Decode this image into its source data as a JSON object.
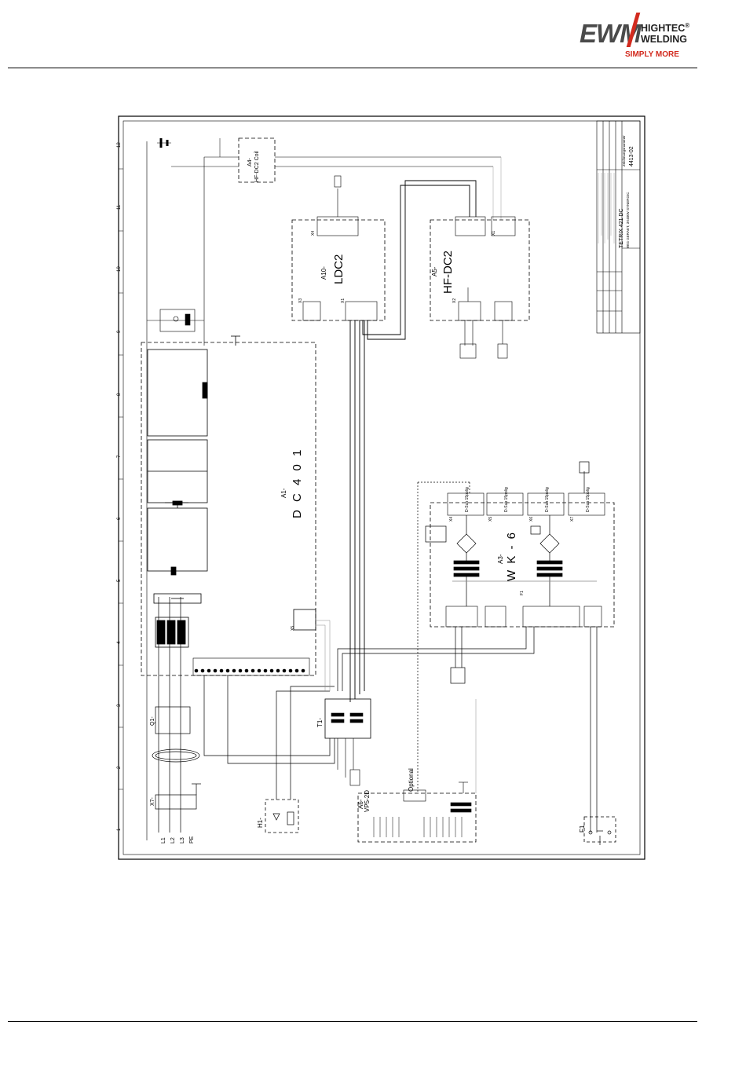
{
  "logo": {
    "brand": "EWM",
    "line1": "HIGHTEC",
    "line2": "WELDING",
    "reg": "®",
    "tagline": "SIMPLY MORE"
  },
  "schematic": {
    "zones": [
      "1",
      "2",
      "3",
      "4",
      "5",
      "6",
      "7",
      "8",
      "9",
      "10",
      "11",
      "12"
    ],
    "a1_ref": "A1-",
    "a1_name": "D C 4 0 1",
    "a10_ref": "A10-",
    "a10_name": "LDC2",
    "a5_ref": "A5-",
    "a5_name": "HF-DC2",
    "a4_ref": "A4-",
    "a4_name": "HF-DC2 Coil",
    "a3_ref": "A3-",
    "a3_name": "W K - 6",
    "a6_ref": "A6-",
    "a6_name": "VP5-2D",
    "q1": "Q1-",
    "x7": "X7-",
    "t1": "T1-",
    "h1": "H1-",
    "f1": "F1",
    "x5": "X5",
    "optional": "Optional",
    "mains": [
      "L1",
      "L2",
      "L3",
      "PE"
    ],
    "conn": {
      "x1": "X1",
      "x2": "X2",
      "x3": "X3",
      "x4": "X4",
      "x5": "X5",
      "x6": "X6",
      "x7": "X7"
    },
    "dsub": "D-Sub 15polig",
    "title_block": {
      "product": "TETRIX 421 DC",
      "variant": "WIG GERAET, 3X400V SYNERGIC",
      "drawing_no": "4413-02",
      "label": "Zeichnungsnummer"
    }
  }
}
